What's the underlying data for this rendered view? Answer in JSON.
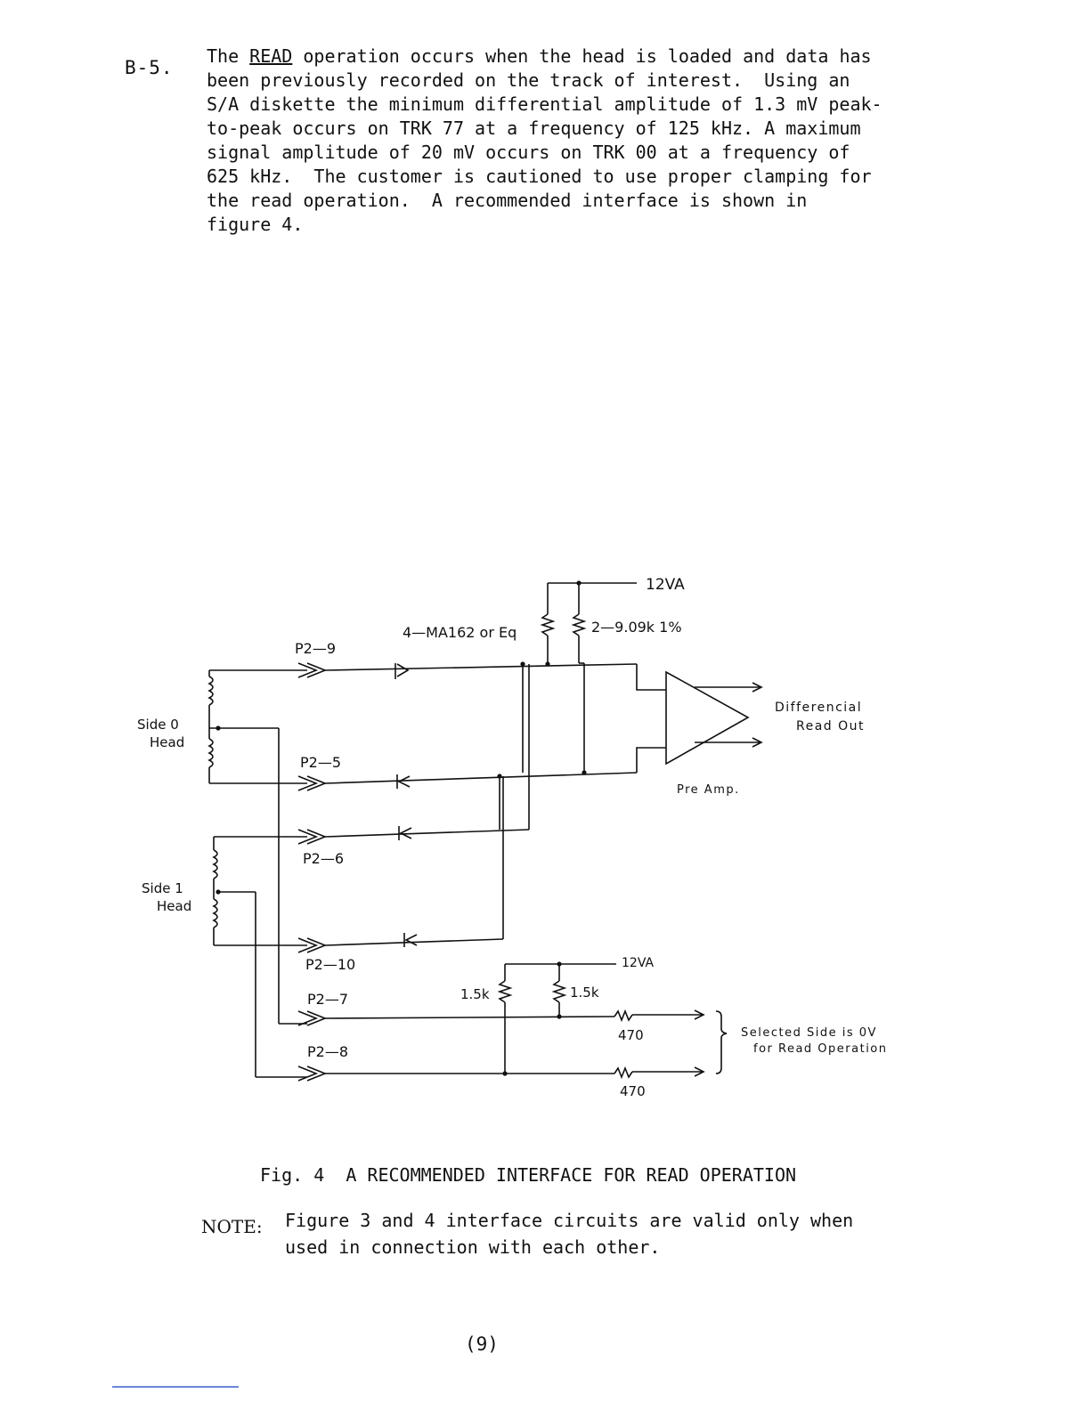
{
  "section": {
    "label": "B-5.",
    "lines": [
      "operation occurs when the head is loaded and data has",
      "been previously recorded on the track of interest.  Using an",
      "S/A diskette the minimum differential amplitude of 1.3 mV peak-",
      "to-peak occurs on TRK 77 at a frequency of 125 kHz. A maximum",
      "signal amplitude of 20 mV occurs on TRK 00 at a frequency of",
      "625 kHz.  The customer is cautioned to use proper clamping for",
      "the read operation.  A recommended interface is shown in",
      "figure 4."
    ],
    "first_word": "The",
    "read_word": "READ"
  },
  "diagram": {
    "supply_top": "12VA",
    "diodes_label": "4—MA162  or Eq",
    "resistors_top": "2—9.09k  1%",
    "side0_label": [
      "Side 0",
      "Head"
    ],
    "side1_label": [
      "Side 1",
      "Head"
    ],
    "pin_p2_9": "P2—9",
    "pin_p2_5": "P2—5",
    "pin_p2_6": "P2—6",
    "pin_p2_10": "P2—10",
    "pin_p2_7": "P2—7",
    "pin_p2_8": "P2—8",
    "output_label": [
      "Differencial",
      "Read Out"
    ],
    "preamp_label": "Pre Amp.",
    "supply_bottom": "12VA",
    "res_left": "1.5k",
    "res_right": "1.5k",
    "res_470_a": "470",
    "res_470_b": "470",
    "selected_label": [
      "Selected Side is 0V",
      "for Read Operation"
    ]
  },
  "caption": "Fig. 4  A RECOMMENDED INTERFACE FOR READ OPERATION",
  "note": {
    "label": "NOTE:",
    "lines": [
      "Figure 3 and 4 interface circuits are valid only when",
      "used in connection with each other."
    ]
  },
  "page_number": "(9)"
}
